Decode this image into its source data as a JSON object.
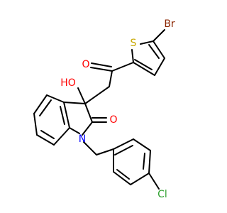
{
  "colors": {
    "bond": "#000000",
    "oxygen": "#ff0000",
    "nitrogen": "#0000ff",
    "sulfur": "#c8a800",
    "bromine": "#8b2500",
    "chlorine": "#2ea02e"
  },
  "atoms": {
    "br": "Br",
    "s": "S",
    "o_ketone": "O",
    "o_hydroxyl": "HO",
    "o_lactam": "O",
    "n": "N",
    "cl": "Cl"
  }
}
